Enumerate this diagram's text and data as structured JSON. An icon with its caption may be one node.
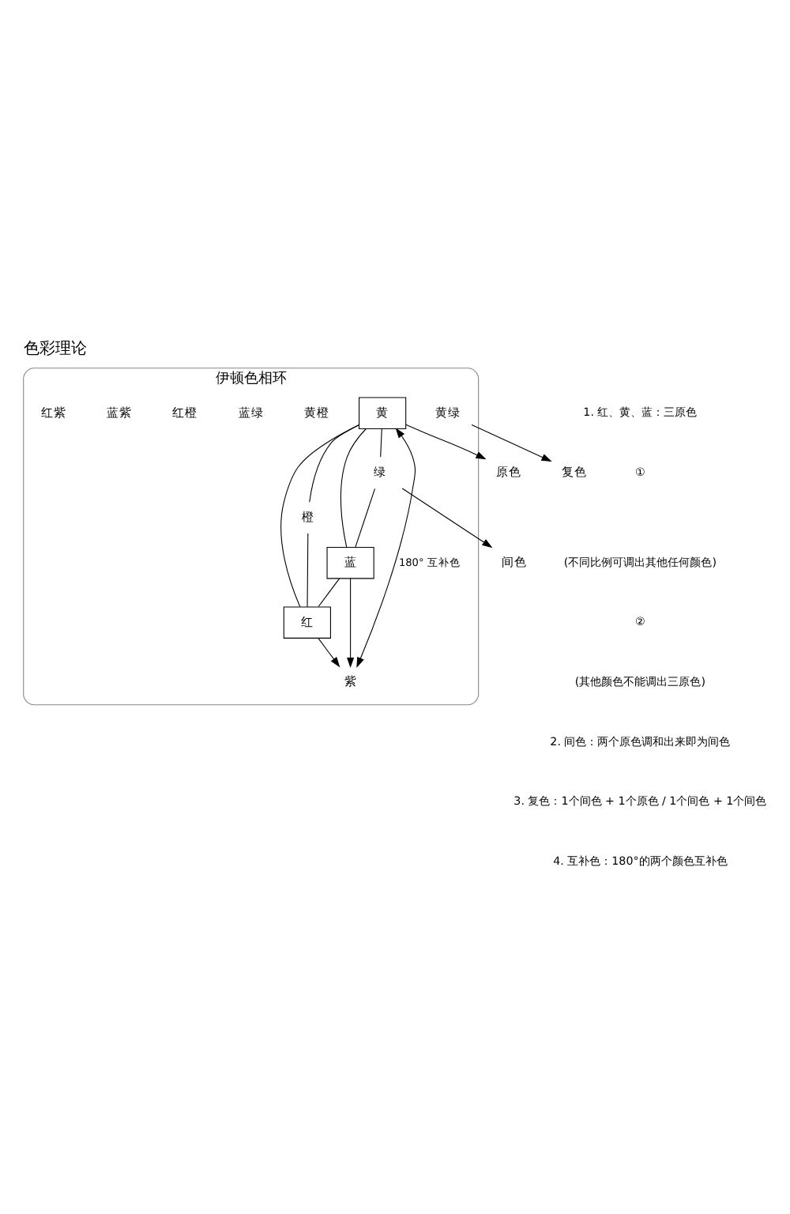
{
  "diagram": {
    "title": "色彩理论",
    "nodes": [
      {
        "text": [
          "伊顿色相环"
        ]
      },
      {
        "text": [
          "原色"
        ]
      },
      {
        "text": [
          "复色"
        ]
      },
      {
        "text": [
          "间色"
        ]
      },
      {
        "text": [
          "黄"
        ],
        "in": 0
      },
      {
        "text": [
          "黄绿"
        ],
        "in": 0
      },
      {
        "text": [
          "黄橙"
        ],
        "in": 0
      },
      {
        "text": [
          "绿"
        ],
        "in": 0
      },
      {
        "text": [
          "橙"
        ],
        "in": 0
      },
      {
        "text": [
          "蓝绿"
        ],
        "in": 0
      },
      {
        "text": [
          "红橙"
        ],
        "in": 0
      },
      {
        "text": [
          "蓝"
        ],
        "in": 0
      },
      {
        "text": [
          "红"
        ],
        "in": 0
      },
      {
        "text": [
          "蓝紫"
        ],
        "in": 0
      },
      {
        "text": [
          "红紫"
        ],
        "in": 0
      },
      {
        "text": [
          "紫"
        ],
        "in": 0
      }
    ],
    "edges": [
      {
        "from": 4,
        "to": 1,
        "arrow": "to"
      },
      {
        "from": 5,
        "to": 2,
        "arrow": "to"
      },
      {
        "from": 7,
        "to": 3,
        "arrow": "to"
      },
      {
        "from": 4,
        "to": 7,
        "arrow": "none"
      },
      {
        "from": 4,
        "to": 8,
        "arrow": "none"
      },
      {
        "from": 7,
        "to": 11,
        "arrow": "none"
      },
      {
        "from": 8,
        "to": 12,
        "arrow": "none"
      },
      {
        "from": 4,
        "to": 11,
        "arrow": "none"
      },
      {
        "from": 4,
        "to": 12,
        "arrow": "none"
      },
      {
        "from": 11,
        "to": 12,
        "arrow": "none"
      },
      {
        "from": 4,
        "to": 15,
        "arrow": "both",
        "label": "180° 互补色"
      },
      {
        "from": 11,
        "to": 15,
        "arrow": "to"
      },
      {
        "from": 12,
        "to": 15,
        "arrow": "to"
      }
    ],
    "labels": [
      "1. 红、黄、蓝：三原色",
      "①",
      "(不同比例可调出其他任何颜色)",
      "②",
      "(其他颜色不能调出三原色)",
      "2. 间色：两个原色调和出来即为间色",
      "3. 复色：1个间色 + 1个原色 / 1个间色 + 1个间色",
      "4. 互补色：180°的两个颜色互补色"
    ]
  }
}
